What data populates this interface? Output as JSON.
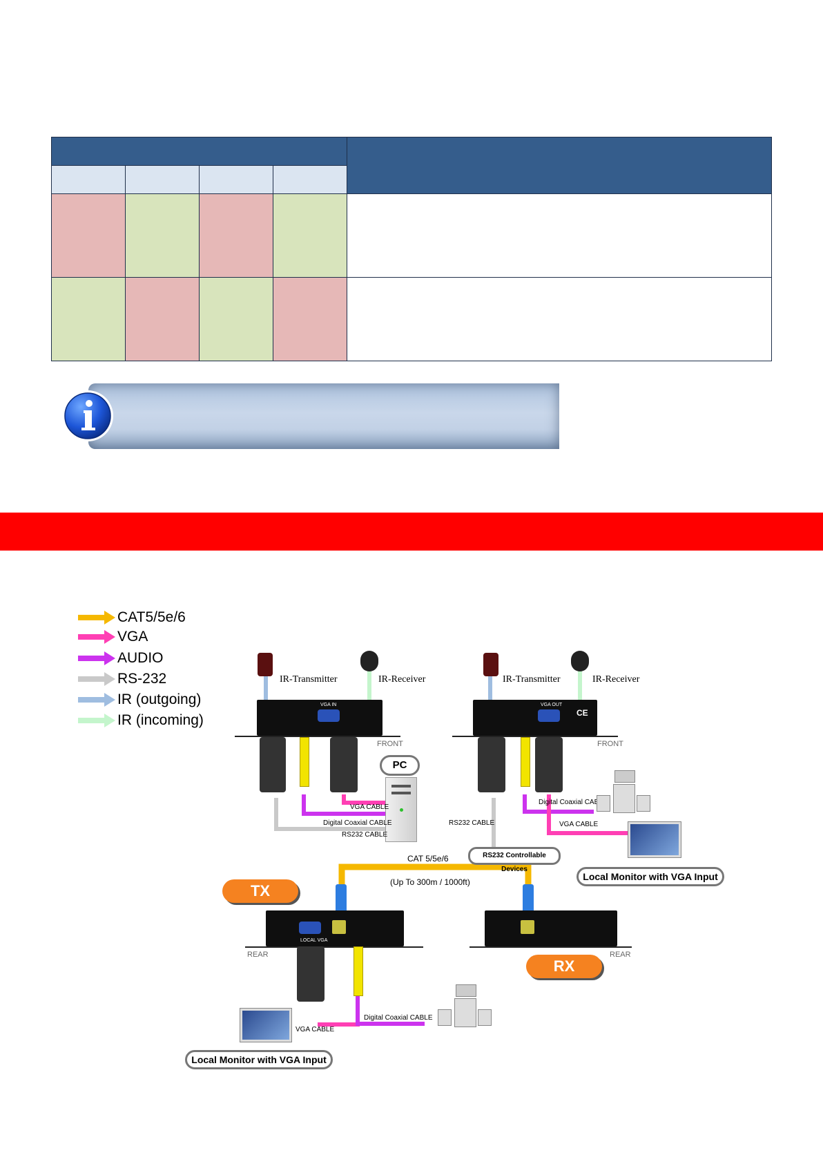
{
  "legend": [
    {
      "label": "CAT5/5e/6",
      "color": "#f5b800"
    },
    {
      "label": "VGA",
      "color": "#ff3fb4"
    },
    {
      "label": "AUDIO",
      "color": "#cc33ee"
    },
    {
      "label": "RS-232",
      "color": "#c9c9c9"
    },
    {
      "label": "IR (outgoing)",
      "color": "#9fbde0"
    },
    {
      "label": "IR (incoming)",
      "color": "#c4f5cc"
    }
  ],
  "diagram": {
    "ir_transmitter_left": "IR-Transmitter",
    "ir_receiver_left": "IR-Receiver",
    "ir_transmitter_right": "IR-Transmitter",
    "ir_receiver_right": "IR-Receiver",
    "front_left": "FRONT",
    "front_right": "FRONT",
    "pc": "PC",
    "vga_cable_pc": "VGA CABLE",
    "digital_coaxial_pc": "Digital Coaxial CABLE",
    "rs232_cable_pc": "RS232 CABLE",
    "rs232_cable_right": "RS232 CABLE",
    "digital_coaxial_right": "Digital Coaxial CABLE",
    "vga_cable_right": "VGA CABLE",
    "rs232_devices": "RS232 Controllable Devices",
    "local_monitor_right": "Local Monitor with VGA Input",
    "cat_label": "CAT 5/5e/6",
    "cat_distance": "(Up To 300m / 1000ft)",
    "tx": "TX",
    "rx": "RX",
    "rear_left": "REAR",
    "rear_right": "REAR",
    "digital_coaxial_bottom": "Digital Coaxial CABLE",
    "vga_cable_bottom": "VGA CABLE",
    "local_monitor_left": "Local Monitor with VGA Input",
    "vga_in": "VGA IN",
    "vga_out": "VGA OUT",
    "local_vga": "LOCAL VGA",
    "ce_mark": "CE"
  }
}
